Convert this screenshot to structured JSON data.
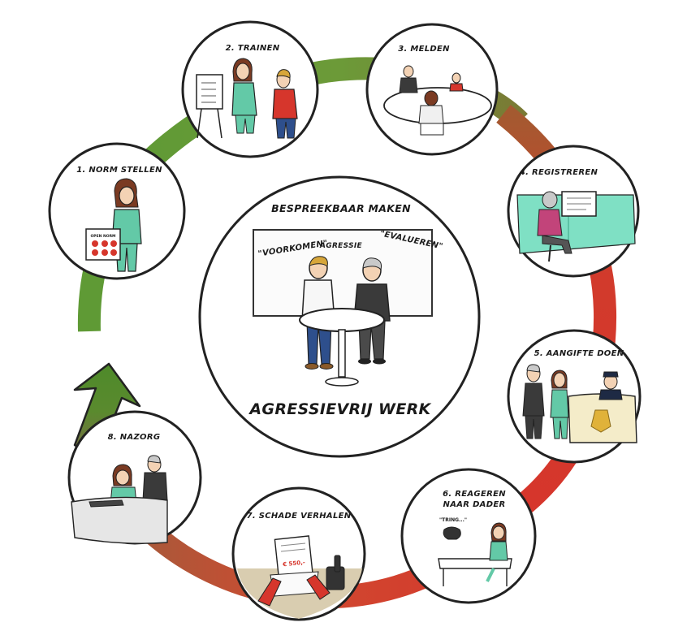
{
  "center": {
    "heading": "BESPREEKBAAR MAKEN",
    "word_left": "\"VOORKOMEN\"",
    "word_middle": "AGRESSIE",
    "word_right": "\"EVALUEREN\"",
    "title": "AGRESSIEVRIJ WERK"
  },
  "steps": [
    {
      "label": "1. NORM STELLEN"
    },
    {
      "label": "2. TRAINEN"
    },
    {
      "label": "3. MELDEN"
    },
    {
      "label": "4. REGISTREREN"
    },
    {
      "label": "5. AANGIFTE DOEN"
    },
    {
      "label_line1": "6. REAGEREN",
      "label_line2": "NAAR DADER",
      "phone_bubble": "\"TRING...\""
    },
    {
      "label": "7. SCHADE VERHALEN",
      "amount": "€ 550,-"
    },
    {
      "label": "8. NAZORG"
    }
  ],
  "sign_text": "OPEN NORM",
  "colors": {
    "ring_green": "#5f9a35",
    "ring_red": "#d6362c",
    "arrow_green": "#5a8a2e",
    "teal_outfit": "#63c9a7"
  }
}
